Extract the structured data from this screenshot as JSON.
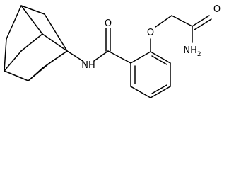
{
  "structure": {
    "atom_labels": {
      "amide_o": "O",
      "amide_nh": "NH",
      "ether_o": "O",
      "terminal_o": "O",
      "nh2": "NH",
      "nh2_subscript": "2"
    }
  },
  "colors": {
    "bond": "#000000",
    "label": "#000000",
    "background": "#ffffff"
  }
}
